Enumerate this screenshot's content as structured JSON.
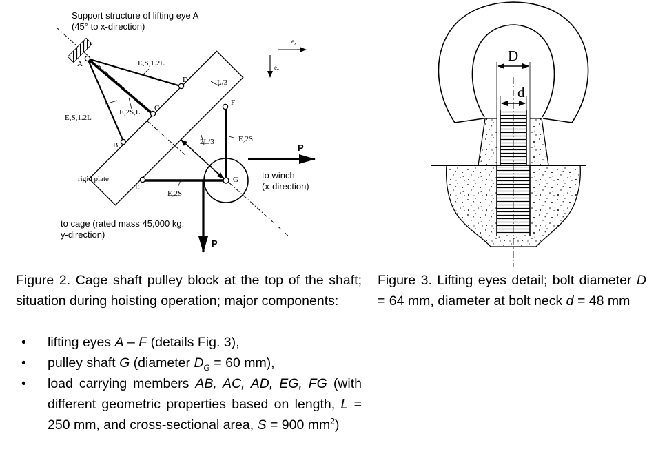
{
  "figure2": {
    "support_label_line1": "Support structure of lifting eye A",
    "support_label_line2": "(45° to x-direction)",
    "axis_ex": "e",
    "axis_ex_sub": "x",
    "axis_ey": "e",
    "axis_ey_sub": "y",
    "point_A": "A",
    "point_B": "B",
    "point_C": "C",
    "point_D": "D",
    "point_E": "E",
    "point_F": "F",
    "point_G": "G",
    "member_AD": "E,S,1.2L",
    "member_AB": "E,S,1.2L",
    "member_AC": "E,2S,L",
    "member_FG": "E,2S",
    "member_EG": "E,2S",
    "dim_L3": "L/3",
    "dim_2L3": "2L/3",
    "rigid_plate": "rigid plate",
    "force_P_x": "P",
    "force_P_y": "P",
    "winch_line1": "to winch",
    "winch_line2": "(x-direction)",
    "cage_line1": "to cage (rated mass 45,000 kg,",
    "cage_line2": "y-direction)"
  },
  "figure3": {
    "label_D": "D",
    "label_d": "d"
  },
  "caption2": {
    "text": "Figure 2. Cage shaft pulley block at the top of the shaft; situation during hoisting operation; major components:",
    "bullets": [
      {
        "pre": "lifting eyes ",
        "it1": "A",
        "mid": " – ",
        "it2": "F",
        "post": " (details Fig. 3),"
      },
      {
        "pre": "pulley shaft ",
        "it1": "G",
        "mid": " (diameter ",
        "it2": "D",
        "sub": "G",
        "post": " = 60 mm),"
      },
      {
        "pre": "load carrying members ",
        "it1": "AB, AC, AD, EG, FG",
        "mid": " (with different geometric properties based on length, ",
        "it2": "L",
        "post": " = 250 mm, and cross-sectional area, ",
        "it3": "S",
        "post2": " = 900 mm",
        "sup": "2",
        "post3": ")"
      }
    ]
  },
  "caption3": {
    "pre": "Figure 3. Lifting eyes detail; bolt diameter ",
    "it1": "D",
    "mid": " = 64 mm, diameter at bolt neck ",
    "it2": "d",
    "post": " = 48 mm"
  }
}
